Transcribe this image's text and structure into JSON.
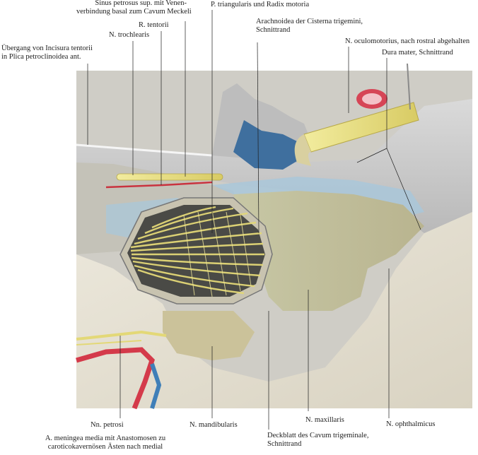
{
  "labels": {
    "sinus_petrosus_1": "Sinus petrosus sup. mit Venen-",
    "sinus_petrosus_2": "verbindung basal zum Cavum Meckeli",
    "p_triangularis": "P. triangularis und Radix motoria",
    "arachnoidea_1": "Arachnoidea der Cisterna trigemini,",
    "arachnoidea_2": "Schnittrand",
    "n_trochlearis": "N. trochlearis",
    "r_tentorii": "R. tentorii",
    "incisura_1": "Übergang von Incisura tentorii",
    "incisura_2": "in Plica petroclinoidea ant.",
    "n_oculomotorius": "N. oculomotorius, nach rostral abgehalten",
    "dura_mater": "Dura mater, Schnittrand",
    "nn_petrosi": "Nn. petrosi",
    "n_mandibularis": "N. mandibularis",
    "n_maxillaris": "N. maxillaris",
    "n_ophthalmicus": "N. ophthalmicus",
    "meningea_1": "A. meningea media mit Anastomosen zu",
    "meningea_2": "caroticokavernösen Ästen nach medial",
    "deckblatt_1": "Deckblatt des Cavum trigeminale,",
    "deckblatt_2": "Schnittrand"
  },
  "colors": {
    "bone": "#e6e2d4",
    "dura": "#cfcfcf",
    "nerve": "#e8dc7a",
    "artery": "#d43a4a",
    "vein": "#3f7fb8",
    "csf": "#a9c7d9"
  }
}
